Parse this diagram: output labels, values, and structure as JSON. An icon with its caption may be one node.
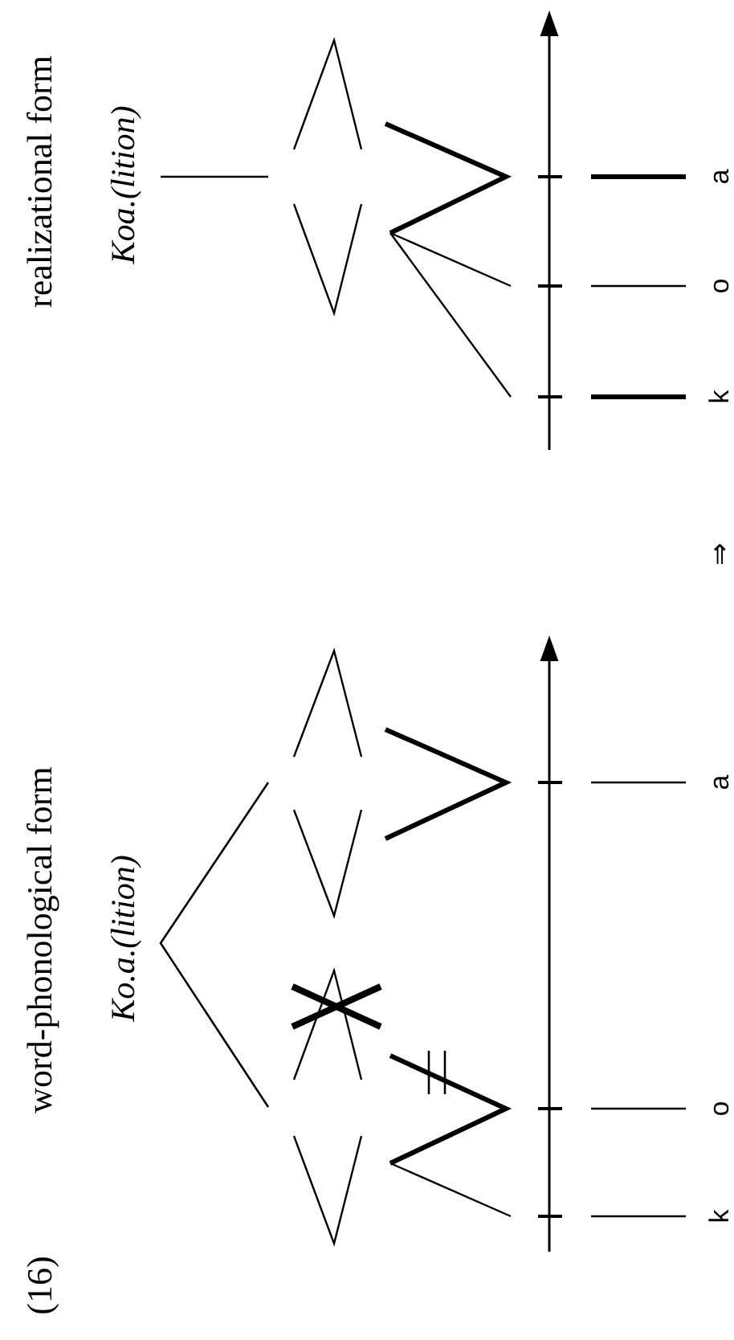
{
  "diagram": {
    "labels": [
      "(16)",
      "word-phonological form",
      "Ko.a.(lition)",
      "realizational form",
      "Koa.(lition)",
      "k",
      "o",
      "a",
      "⇒",
      "k",
      "o",
      "a"
    ]
  }
}
